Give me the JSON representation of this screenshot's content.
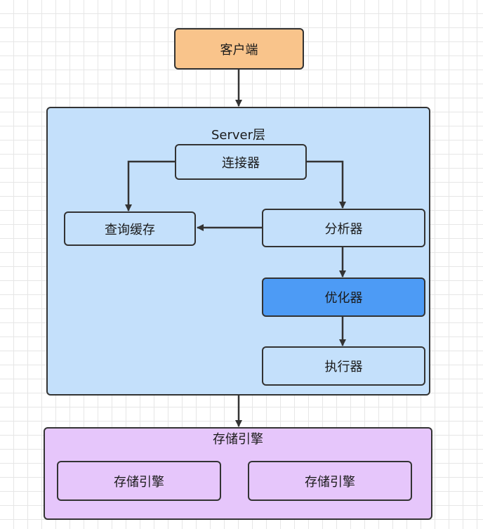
{
  "client": {
    "label": "客户端",
    "color": "#f9c48b"
  },
  "server": {
    "title": "Server层",
    "color": "#c4e0fb",
    "connector": "连接器",
    "query_cache": "查询缓存",
    "analyzer": "分析器",
    "optimizer": "优化器",
    "optimizer_color": "#4d9bf5",
    "executor": "执行器"
  },
  "storage": {
    "title": "存储引擎",
    "color": "#e6c6fb",
    "engines": [
      "存储引擎",
      "存储引擎"
    ]
  },
  "arrow_color": "#333333"
}
